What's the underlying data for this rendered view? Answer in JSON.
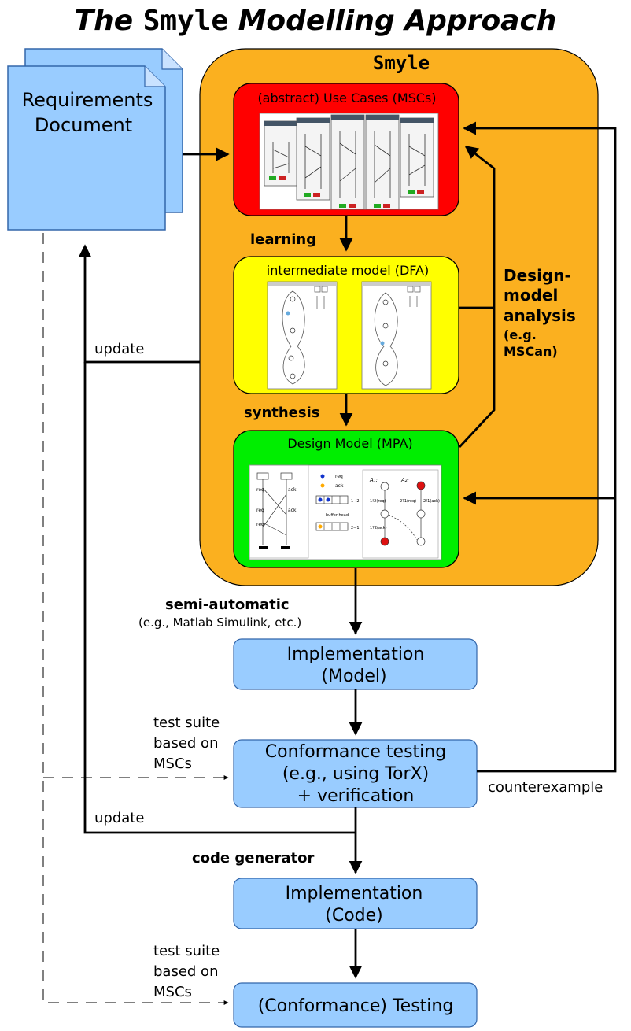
{
  "title": {
    "prefix": "The ",
    "code": "Smyle",
    "suffix": " Modelling Approach"
  },
  "requirements": {
    "line1": "Requirements",
    "line2": "Document"
  },
  "smyle_container": {
    "label": "Smyle"
  },
  "boxes": {
    "use_cases": "(abstract) Use Cases (MSCs)",
    "intermediate": "intermediate model (DFA)",
    "design_model": "Design Model (MPA)",
    "impl_model": {
      "line1": "Implementation",
      "line2": "(Model)"
    },
    "conformance": {
      "line1": "Conformance testing",
      "line2": "(e.g., using TorX)",
      "line3": "+ verification"
    },
    "impl_code": {
      "line1": "Implementation",
      "line2": "(Code)"
    },
    "testing": "(Conformance) Testing"
  },
  "edges": {
    "learning": "learning",
    "synthesis": "synthesis",
    "design_analysis": {
      "line1": "Design-",
      "line2": "model",
      "line3": "analysis",
      "line4": "(e.g.",
      "line5": "MSCan)"
    },
    "update_1": "update",
    "update_2": "update",
    "semi_automatic": "semi-automatic",
    "semi_automatic_example": "(e.g., Matlab Simulink, etc.)",
    "test_suite_1": {
      "line1": "test suite",
      "line2": "based on",
      "line3": "MSCs"
    },
    "test_suite_2": {
      "line1": "test suite",
      "line2": "based on",
      "line3": "MSCs"
    },
    "counterexample": "counterexample",
    "code_generator": "code generator"
  },
  "design_thumbnail": {
    "msg_req": "req",
    "msg_ack": "ack",
    "legend_req": "req",
    "legend_ack": "ack",
    "buffer_label": "buffer head",
    "chan_12": "1→2",
    "chan_21": "2→1",
    "automaton_1": "A₁:",
    "automaton_2": "A₂:",
    "t1": "1!2(req)",
    "t2": "1?2(ack)",
    "t3": "2?1(req)",
    "t4": "2!1(ack)"
  },
  "colors": {
    "smyle_orange": "#fbb01f",
    "use_case_red": "#ff0000",
    "intermediate_yellow": "#ffff00",
    "design_green": "#00ee00",
    "box_blue": "#99ccff",
    "document_blue": "#99ccff"
  }
}
